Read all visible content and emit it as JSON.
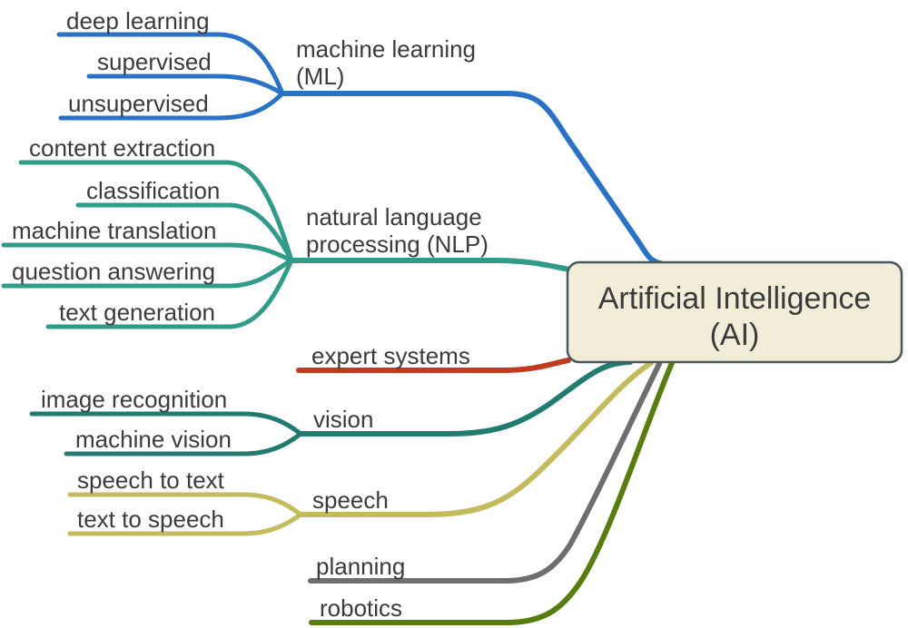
{
  "diagram": {
    "title": "Artificial Intelligence mind map",
    "background_color": "#ffffff",
    "text_color": "#3b3b3b",
    "center": {
      "label_line1": "Artificial Intelligence",
      "label_line2": "(AI)",
      "fill": "#f1edd8",
      "border": "#47585c",
      "text_color": "#3b3b3b"
    },
    "branches": [
      {
        "id": "machine-learning",
        "label_line1": "machine learning",
        "label_line2": "(ML)",
        "color": "#2a72c5",
        "children": [
          "deep learning",
          "supervised",
          "unsupervised"
        ]
      },
      {
        "id": "natural-language-processing",
        "label_line1": "natural language",
        "label_line2": "processing (NLP)",
        "color": "#2f9b88",
        "children": [
          "content extraction",
          "classification",
          "machine translation",
          "question answering",
          "text generation"
        ]
      },
      {
        "id": "expert-systems",
        "label": "expert systems",
        "color": "#c23a1f",
        "children": []
      },
      {
        "id": "vision",
        "label": "vision",
        "color": "#217b71",
        "children": [
          "image recognition",
          "machine vision"
        ]
      },
      {
        "id": "speech",
        "label": "speech",
        "color": "#c3bb5d",
        "children": [
          "speech to text",
          "text to speech"
        ]
      },
      {
        "id": "planning",
        "label": "planning",
        "color": "#6e6e6e",
        "children": []
      },
      {
        "id": "robotics",
        "label": "robotics",
        "color": "#577d0e",
        "children": []
      }
    ]
  }
}
